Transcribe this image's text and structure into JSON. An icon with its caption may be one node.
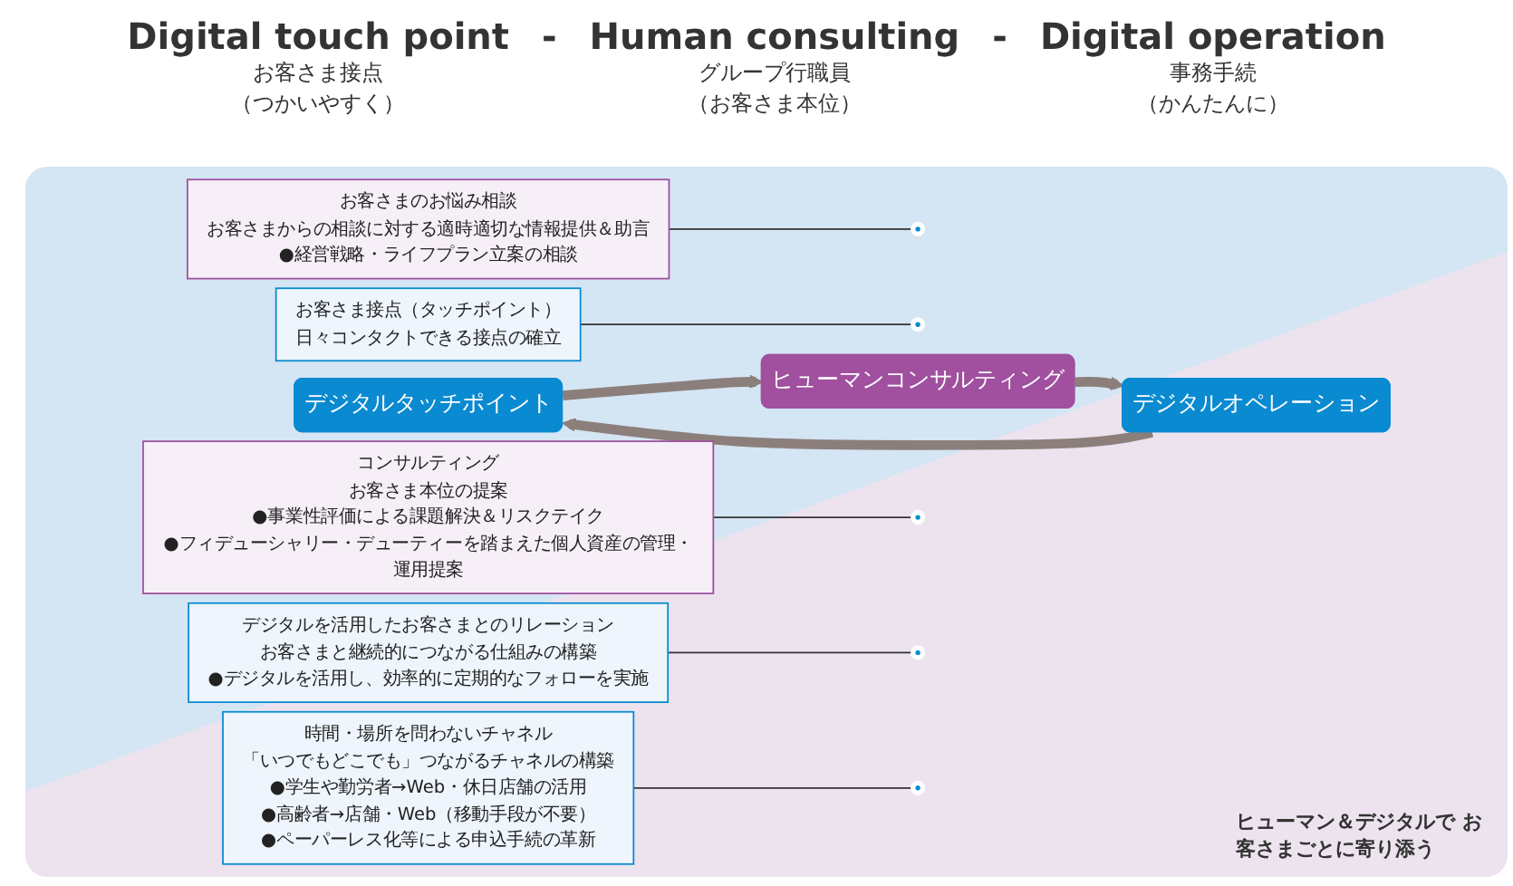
{
  "diagram": {
    "nodes": [
      {
        "text": [
          "デジタルタッチポイント"
        ]
      },
      {
        "text": [
          "デジタルオペレーション"
        ]
      },
      {
        "text": [
          "ヒューマンコンサルティング"
        ]
      },
      {
        "text": [
          "お客さま接点（タッチポイント）",
          "日々コンタクトできる接点の確立"
        ]
      },
      {
        "text": [
          "デジタルを活用したお客さまとのリレーション",
          "お客さまと継続的につながる仕組みの構築",
          "●デジタルを活用し、効率的に定期的なフォローを実施"
        ]
      },
      {
        "text": [
          "時間・場所を問わないチャネル",
          "「いつでもどこでも」つながるチャネルの構築",
          "●学生や勤労者→Web・休日店舗の活用",
          "●高齢者→店舗・Web（移動手段が不要）",
          "●ペーパーレス化等による申込手続の革新"
        ]
      },
      {
        "text": [
          "お客さまのお悩み相談",
          "お客さまからの相談に対する適時適切な情報提供＆助言",
          "●経営戦略・ライフプラン立案の相談"
        ]
      },
      {
        "text": [
          "コンサルティング",
          "お客さま本位の提案",
          "●事業性評価による課題解決＆リスクテイク",
          "●フィデューシャリー・デューティーを踏まえた個人資産の管理・運用提案"
        ]
      },
      {
        "text": [],
        "shape": "circle"
      },
      {
        "text": [],
        "shape": "circle"
      },
      {
        "text": [],
        "shape": "circle"
      },
      {
        "text": [],
        "shape": "circle"
      },
      {
        "text": [],
        "shape": "circle"
      }
    ],
    "edges": [
      {
        "from": 0,
        "to": 2,
        "arrow": "to",
        "style": "thick",
        "color": "#8c7f7b"
      },
      {
        "from": 2,
        "to": 1,
        "arrow": "to",
        "style": "thick",
        "color": "#8c7f7b"
      },
      {
        "from": 1,
        "to": 0,
        "arrow": "to",
        "style": "thick",
        "color": "#8c7f7b"
      },
      {
        "from": 3,
        "to": 9,
        "arrow": "none"
      },
      {
        "from": 4,
        "to": 11,
        "arrow": "none"
      },
      {
        "from": 5,
        "to": 12,
        "arrow": "none"
      },
      {
        "from": 6,
        "to": 8,
        "arrow": "none"
      },
      {
        "from": 7,
        "to": 10,
        "arrow": "none"
      }
    ],
    "labels": [
      "Digital touch point",
      "-",
      "Human consulting",
      "-",
      "Digital operation",
      "お客さま接点",
      "（つかいやすく）",
      "グループ行職員",
      "（お客さま本位）",
      "事務手続",
      "（かんたんに）",
      "ヒューマン＆デジタルで お客さまごとに寄り添う"
    ]
  }
}
